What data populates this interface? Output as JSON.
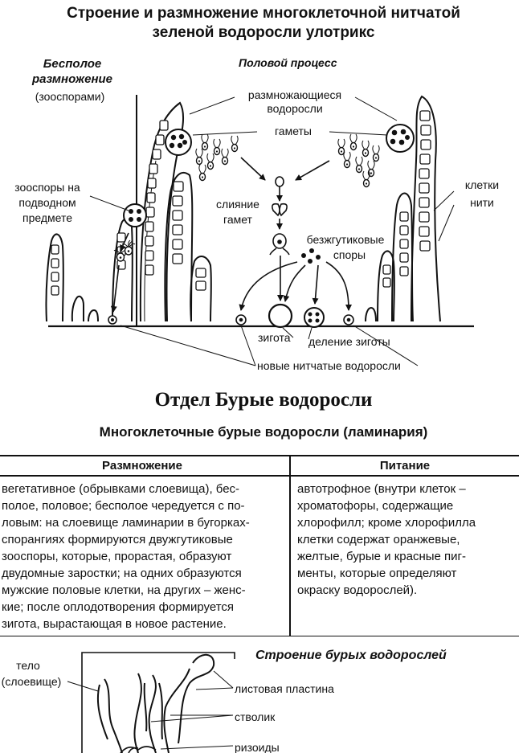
{
  "ulothrix": {
    "title_line1": "Строение и размножение многоклеточной нитчатой",
    "title_line2": "зеленой водоросли улотрикс",
    "asexual_heading": [
      "Бесполое",
      "размножение"
    ],
    "asexual_sub": "(зооспорами)",
    "sexual_heading": "Половой процесс",
    "labels": {
      "reproducing": [
        "размножающиеся",
        "водоросли"
      ],
      "gametes": "гаметы",
      "zoospores_substrate": [
        "зооспоры на",
        "подводном",
        "предмете"
      ],
      "fusion": [
        "слияние",
        "гамет"
      ],
      "flagellaless_spores": [
        "безжгутиковые",
        "споры"
      ],
      "filament_cells": [
        "клетки",
        "нити"
      ],
      "zygote": "зигота",
      "zygote_division": "деление зиготы",
      "new_algae": "новые нитчатые водоросли"
    }
  },
  "brown": {
    "section_title": "Отдел Бурые водоросли",
    "subtitle": "Многоклеточные бурые водоросли (ламинария)",
    "table": {
      "headers": [
        "Размножение",
        "Питание"
      ],
      "reproduction": "вегетативное (обрывками слоевища), бес-\nполое, половое; бесполое чередуется с по-\nловым: на слоевище ламинарии в бугорках-\nспорангиях формируются двужгутиковые\nзооспоры, которые, прорастая, образуют\nдвудомные заростки; на одних образуются\nмужские половые клетки, на других – женс-\nкие; после оплодотворения формируется\nзигота, вырастающая в новое растение.",
      "nutrition": "автотрофное (внутри клеток –\nхроматофоры, содержащие\nхлорофилл; кроме хлорофилла\nклетки содержат оранжевые,\nжелтые, бурые и красные пиг-\nменты, которые определяют\nокраску водорослей)."
    },
    "structure_heading": "Строение бурых водорослей",
    "structure_labels": {
      "thallus": [
        "тело",
        "(слоевище)"
      ],
      "blade": "листовая пластина",
      "stalk": "стволик",
      "rhizoids": "ризоиды"
    }
  },
  "colors": {
    "ink": "#111111",
    "paper": "#ffffff"
  }
}
